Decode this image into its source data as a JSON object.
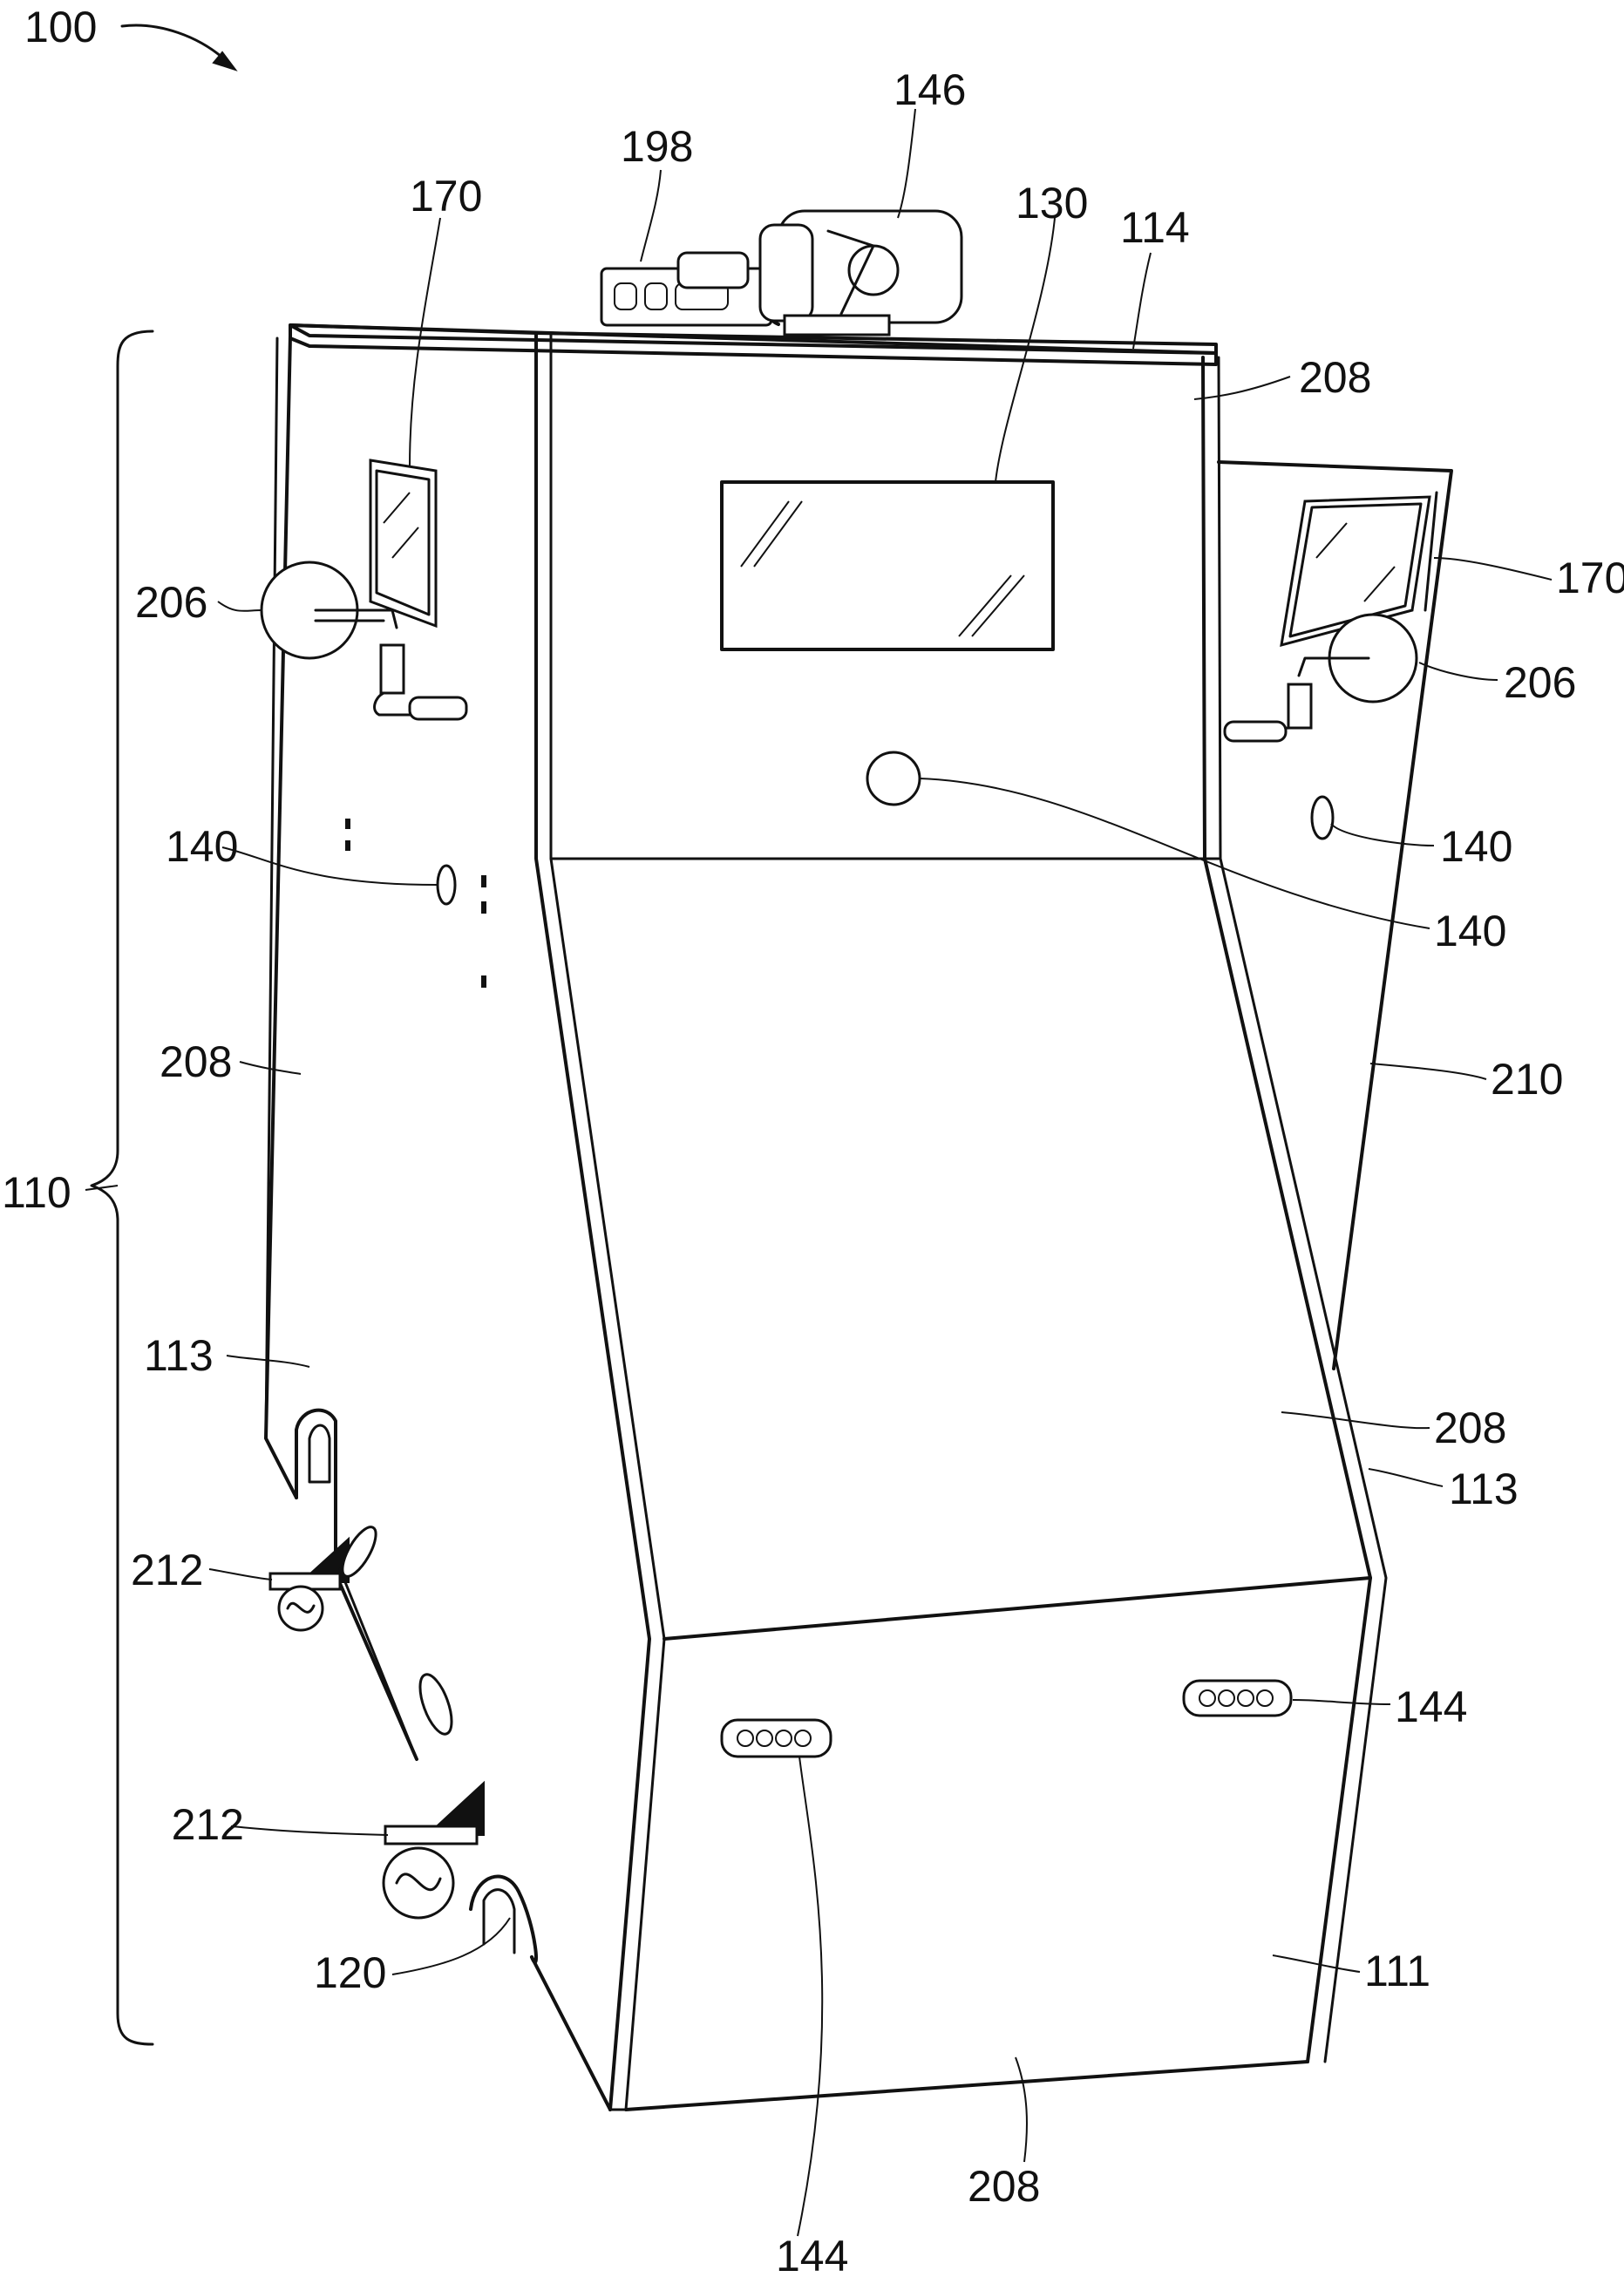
{
  "figure": {
    "ref_100": "100",
    "ref_146": "146",
    "ref_198": "198",
    "ref_170_left": "170",
    "ref_130": "130",
    "ref_114": "114",
    "ref_208_top": "208",
    "ref_170_right": "170",
    "ref_206_left": "206",
    "ref_206_right": "206",
    "ref_140_left": "140",
    "ref_140_right": "140",
    "ref_140_center": "140",
    "ref_208_left": "208",
    "ref_210": "210",
    "ref_110": "110",
    "ref_113_left": "113",
    "ref_208_front": "208",
    "ref_113_right": "113",
    "ref_212_upper": "212",
    "ref_144_right": "144",
    "ref_212_lower": "212",
    "ref_120": "120",
    "ref_111": "111",
    "ref_208_bottom": "208",
    "ref_144_bottom": "144"
  },
  "colors": {
    "line": "#111111",
    "background": "#ffffff"
  }
}
